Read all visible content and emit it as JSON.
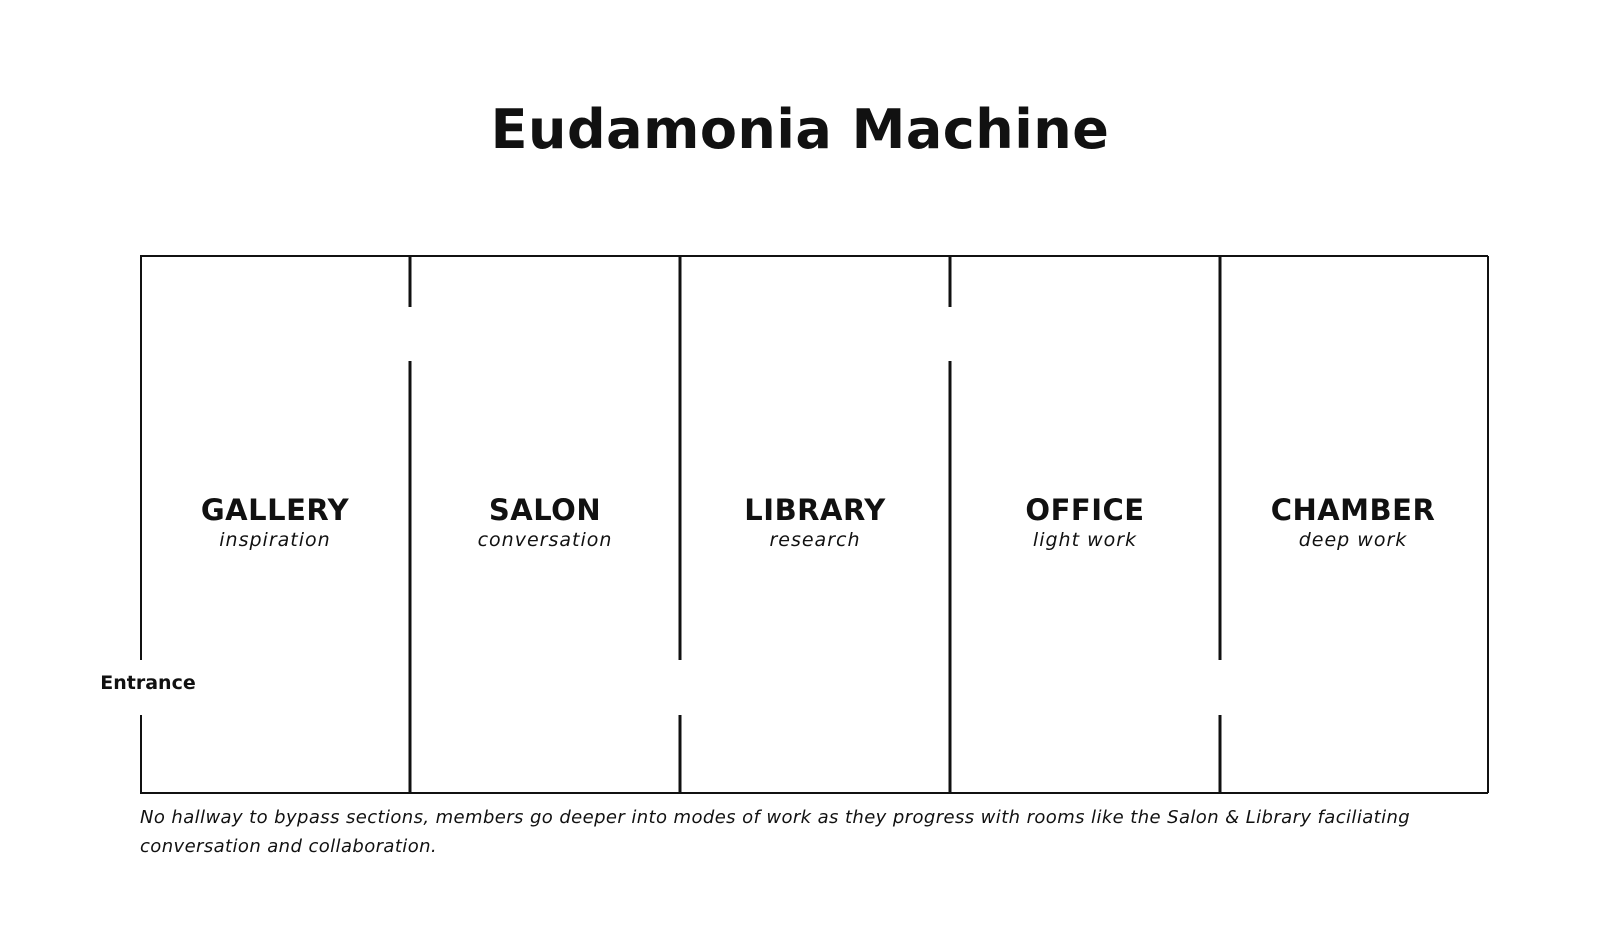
{
  "title": "Eudamonia Machine",
  "rooms": [
    {
      "name": "GALLERY",
      "mode": "inspiration"
    },
    {
      "name": "SALON",
      "mode": "conversation"
    },
    {
      "name": "LIBRARY",
      "mode": "research"
    },
    {
      "name": "OFFICE",
      "mode": "light work"
    },
    {
      "name": "CHAMBER",
      "mode": "deep work"
    }
  ],
  "entrance_label": "Entrance",
  "caption": "No hallway to bypass sections, members go deeper into modes of work as they progress with rooms like the Salon & Library faciliating conversation and collaboration.",
  "colors": {
    "ink": "#111111",
    "background": "#ffffff"
  }
}
